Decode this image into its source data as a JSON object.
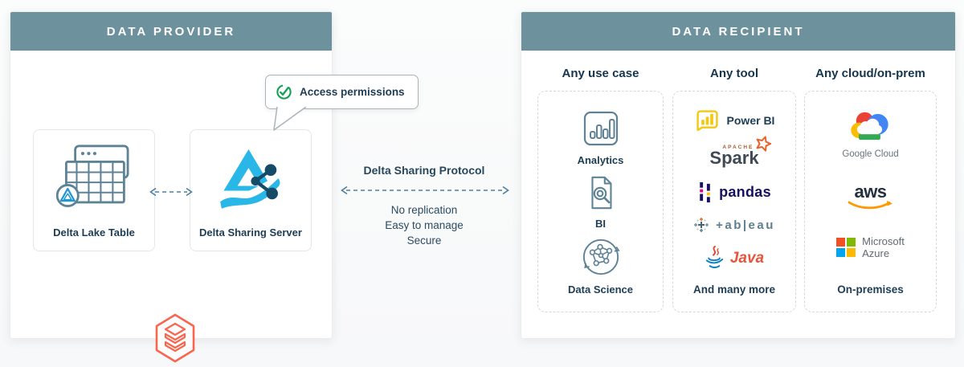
{
  "provider": {
    "header": "DATA PROVIDER",
    "table_label": "Delta Lake Table",
    "server_label": "Delta Sharing Server",
    "callout": "Access permissions"
  },
  "protocol": {
    "title": "Delta Sharing Protocol",
    "benefits": [
      "No replication",
      "Easy to manage",
      "Secure"
    ]
  },
  "recipient": {
    "header": "DATA RECIPIENT",
    "columns": [
      {
        "title": "Any use case",
        "items": [
          "Analytics",
          "BI",
          "Data Science"
        ]
      },
      {
        "title": "Any tool",
        "power_bi": "Power BI",
        "apache": "APACHE",
        "spark": "Spark",
        "pandas": "pandas",
        "tableau_wordmark": "+ab|eau",
        "java": "Java",
        "footer": "And many more"
      },
      {
        "title": "Any cloud/on-prem",
        "google_cloud_caption": "Google Cloud",
        "aws_wordmark": "aws",
        "microsoft": "Microsoft",
        "azure": "Azure",
        "footer": "On-premises"
      }
    ]
  },
  "colors": {
    "header_teal": "#6d929e",
    "delta_cyan": "#29b7e8",
    "share_navy": "#174a66",
    "outline_slate": "#5e8296",
    "coral": "#f9664e",
    "check_green": "#12a150",
    "powerbi_yellow": "#f2c811",
    "spark_orange": "#e8622d",
    "pandas_navy": "#151061",
    "aws_orange": "#ff9900"
  }
}
